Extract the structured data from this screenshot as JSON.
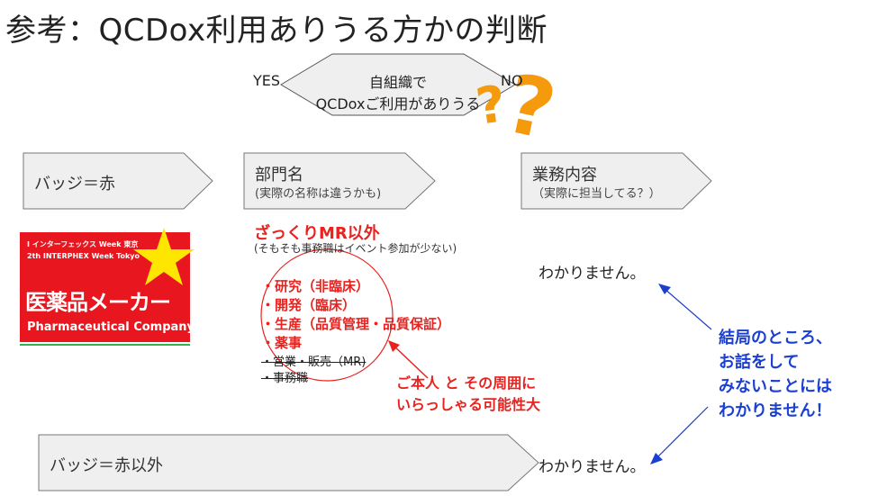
{
  "title": "参考：QCDox利用ありうる方かの判断",
  "decision": {
    "line1": "自組織で",
    "line2": "QCDoxご利用がありうる",
    "yes": "YES",
    "no": "NO"
  },
  "chevrons": {
    "badge_red": "バッジ＝赤",
    "department": "部門名",
    "department_sub": "(実際の名称は違うかも)",
    "duties": "業務内容",
    "duties_sub": "（実際に担当してる？）",
    "badge_other": "バッジ＝赤以外"
  },
  "badge": {
    "line1": "I インターフェックス Week 東京",
    "line2": "2th INTERPHEX Week Tokyo",
    "main": "医薬品メーカー",
    "sub": "Pharmaceutical Company"
  },
  "department": {
    "heading": "ざっくりMR以外",
    "note": "(そもそも事務職はイベント参加が少ない)",
    "targets": [
      "・研究（非臨床）",
      "・開発（臨床）",
      "・生産（品質管理・品質保証）",
      "・薬事"
    ],
    "excluded": [
      "・営業・販売（MR)",
      "・事務職"
    ]
  },
  "callout": {
    "line1": "ご本人 と その周囲に",
    "line2": "いらっしゃる可能性大"
  },
  "unknown_text": "わかりません。",
  "conclusion": [
    "結局のところ、",
    "お話をして",
    "みないことには",
    "わかりません！"
  ],
  "colors": {
    "chevron_fill": "#efefef",
    "accent_red": "#e8231f",
    "accent_blue": "#1a3fd1",
    "question_orange": "#f59a0c",
    "star_yellow": "#ffe600"
  }
}
